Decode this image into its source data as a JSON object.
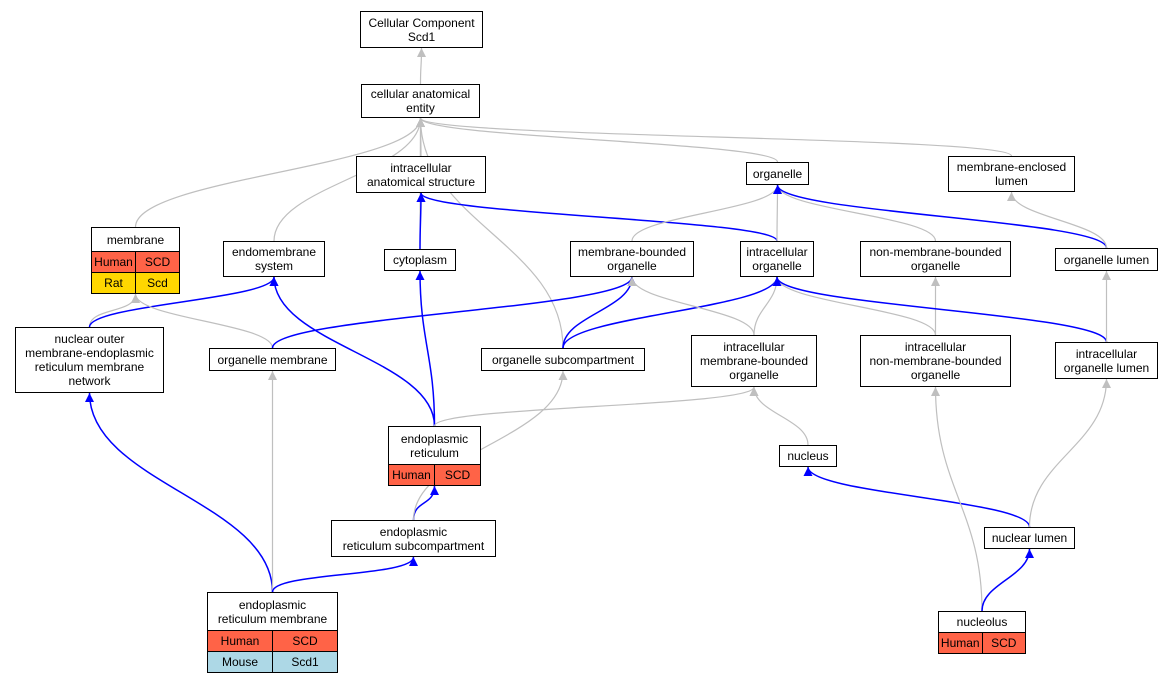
{
  "colors": {
    "gray_edge": "#bfbfbf",
    "blue_edge": "#0000ff",
    "human": "#ff6347",
    "rat": "#ffd700",
    "mouse": "#add8e6"
  },
  "nodes": {
    "root": {
      "label": "Cellular Component\nScd1"
    },
    "cae": {
      "label": "cellular anatomical\nentity"
    },
    "ias": {
      "label": "intracellular\nanatomical structure"
    },
    "organelle": {
      "label": "organelle"
    },
    "mel": {
      "label": "membrane-enclosed\nlumen"
    },
    "membrane": {
      "label": "membrane",
      "rows": [
        {
          "species": "Human",
          "gene": "SCD",
          "color": "#ff6347"
        },
        {
          "species": "Rat",
          "gene": "Scd",
          "color": "#ffd700"
        }
      ]
    },
    "endo_sys": {
      "label": "endomembrane\nsystem"
    },
    "cytoplasm": {
      "label": "cytoplasm"
    },
    "mbo": {
      "label": "membrane-bounded\norganelle"
    },
    "io": {
      "label": "intracellular\norganelle"
    },
    "nmbo": {
      "label": "non-membrane-bounded\norganelle"
    },
    "ol": {
      "label": "organelle lumen"
    },
    "nomerm": {
      "label": "nuclear outer\nmembrane-endoplasmic\nreticulum membrane\nnetwork"
    },
    "om": {
      "label": "organelle membrane"
    },
    "osc": {
      "label": "organelle subcompartment"
    },
    "imbo": {
      "label": "intracellular\nmembrane-bounded\norganelle"
    },
    "inmbo": {
      "label": "intracellular\nnon-membrane-bounded\norganelle"
    },
    "iol": {
      "label": "intracellular\norganelle lumen"
    },
    "er": {
      "label": "endoplasmic\nreticulum",
      "rows": [
        {
          "species": "Human",
          "gene": "SCD",
          "color": "#ff6347"
        }
      ]
    },
    "nucleus": {
      "label": "nucleus"
    },
    "ersc": {
      "label": "endoplasmic\nreticulum subcompartment"
    },
    "nl": {
      "label": "nuclear lumen"
    },
    "erm": {
      "label": "endoplasmic\nreticulum membrane",
      "rows": [
        {
          "species": "Human",
          "gene": "SCD",
          "color": "#ff6347"
        },
        {
          "species": "Mouse",
          "gene": "Scd1",
          "color": "#add8e6"
        }
      ]
    },
    "nucleolus": {
      "label": "nucleolus",
      "rows": [
        {
          "species": "Human",
          "gene": "SCD",
          "color": "#ff6347"
        }
      ]
    }
  },
  "edges": [
    {
      "from": "cae",
      "to": "root",
      "color": "gray"
    },
    {
      "from": "ias",
      "to": "cae",
      "color": "gray"
    },
    {
      "from": "organelle",
      "to": "cae",
      "color": "gray"
    },
    {
      "from": "mel",
      "to": "cae",
      "color": "gray"
    },
    {
      "from": "membrane",
      "to": "cae",
      "color": "gray"
    },
    {
      "from": "endo_sys",
      "to": "cae",
      "color": "gray"
    },
    {
      "from": "cytoplasm",
      "to": "cae",
      "color": "gray"
    },
    {
      "from": "osc",
      "to": "cae",
      "color": "gray"
    },
    {
      "from": "cytoplasm",
      "to": "ias",
      "color": "blue"
    },
    {
      "from": "io",
      "to": "ias",
      "color": "blue"
    },
    {
      "from": "mbo",
      "to": "organelle",
      "color": "gray"
    },
    {
      "from": "io",
      "to": "organelle",
      "color": "gray"
    },
    {
      "from": "nmbo",
      "to": "organelle",
      "color": "gray"
    },
    {
      "from": "ol",
      "to": "organelle",
      "color": "blue"
    },
    {
      "from": "ol",
      "to": "mel",
      "color": "gray"
    },
    {
      "from": "nomerm",
      "to": "membrane",
      "color": "gray"
    },
    {
      "from": "nomerm",
      "to": "endo_sys",
      "color": "blue"
    },
    {
      "from": "om",
      "to": "membrane",
      "color": "gray"
    },
    {
      "from": "om",
      "to": "mbo",
      "color": "blue"
    },
    {
      "from": "osc",
      "to": "mbo",
      "color": "blue"
    },
    {
      "from": "osc",
      "to": "io",
      "color": "blue"
    },
    {
      "from": "imbo",
      "to": "mbo",
      "color": "gray"
    },
    {
      "from": "imbo",
      "to": "io",
      "color": "gray"
    },
    {
      "from": "inmbo",
      "to": "io",
      "color": "gray"
    },
    {
      "from": "inmbo",
      "to": "nmbo",
      "color": "gray"
    },
    {
      "from": "iol",
      "to": "io",
      "color": "blue"
    },
    {
      "from": "iol",
      "to": "ol",
      "color": "gray"
    },
    {
      "from": "er",
      "to": "endo_sys",
      "color": "blue"
    },
    {
      "from": "er",
      "to": "cytoplasm",
      "color": "blue"
    },
    {
      "from": "er",
      "to": "imbo",
      "color": "gray"
    },
    {
      "from": "nucleus",
      "to": "imbo",
      "color": "gray"
    },
    {
      "from": "ersc",
      "to": "er",
      "color": "blue"
    },
    {
      "from": "ersc",
      "to": "osc",
      "color": "gray"
    },
    {
      "from": "nl",
      "to": "nucleus",
      "color": "blue"
    },
    {
      "from": "nl",
      "to": "iol",
      "color": "gray"
    },
    {
      "from": "erm",
      "to": "nomerm",
      "color": "blue"
    },
    {
      "from": "erm",
      "to": "om",
      "color": "gray"
    },
    {
      "from": "erm",
      "to": "ersc",
      "color": "blue"
    },
    {
      "from": "nucleolus",
      "to": "inmbo",
      "color": "gray"
    },
    {
      "from": "nucleolus",
      "to": "nl",
      "color": "blue"
    }
  ]
}
